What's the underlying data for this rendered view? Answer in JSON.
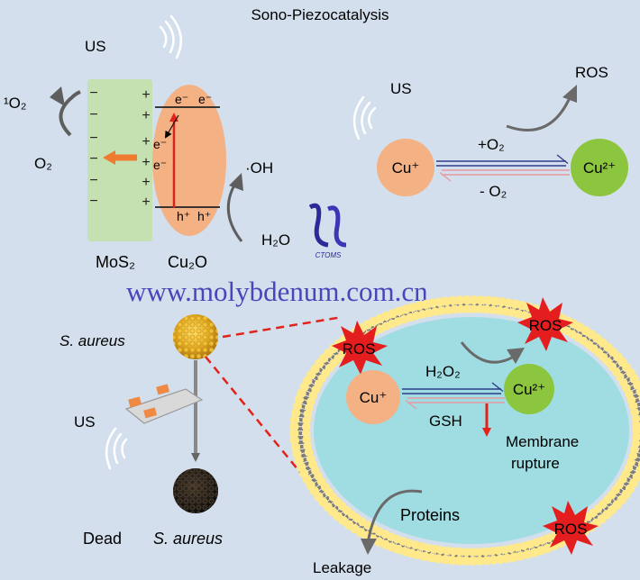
{
  "title": "Sono-Piezocatalysis",
  "top_left": {
    "us_label": "US",
    "singlet_oxygen": "¹O₂",
    "oxygen": "O₂",
    "mos2_label": "MoS₂",
    "cu2o_label": "Cu₂O",
    "plus_sign": "+",
    "minus_sign": "−",
    "electron": "e⁻",
    "hole": "h⁺",
    "hydroxyl_radical": "·OH",
    "water": "H₂O"
  },
  "top_right": {
    "us_label": "US",
    "ros_label": "ROS",
    "cu_plus": "Cu⁺",
    "cu_2plus": "Cu²⁺",
    "forward_label": "+O₂",
    "reverse_label": "- O₂"
  },
  "logo_text": "CTOMS",
  "watermark": "www.molybdenum.com.cn",
  "bottom_left": {
    "bacteria_label": "S. aureus",
    "us_label": "US",
    "dead_label": "Dead",
    "dead_species": "S. aureus"
  },
  "cell": {
    "ros_labels": [
      "ROS",
      "ROS",
      "ROS"
    ],
    "cu_plus": "Cu⁺",
    "cu_2plus": "Cu²⁺",
    "forward_label": "H₂O₂",
    "reverse_label": "GSH",
    "membrane_label_1": "Membrane",
    "membrane_label_2": "rupture",
    "proteins_label": "Proteins",
    "leakage_label": "Leakage"
  },
  "colors": {
    "background": "#d3dfec",
    "mos2": "#c5e0b1",
    "cu2o": "#f4b183",
    "cu_plus": "#f4b183",
    "cu_2plus": "#8cc63f",
    "cell_interior": "#9fdde3",
    "lipid_head": "#ffe98a",
    "ros_burst": "#e41e1e",
    "arrow_red": "#e2231a",
    "arrow_orange": "#ee7b2f",
    "watermark": "#3a36b5"
  }
}
